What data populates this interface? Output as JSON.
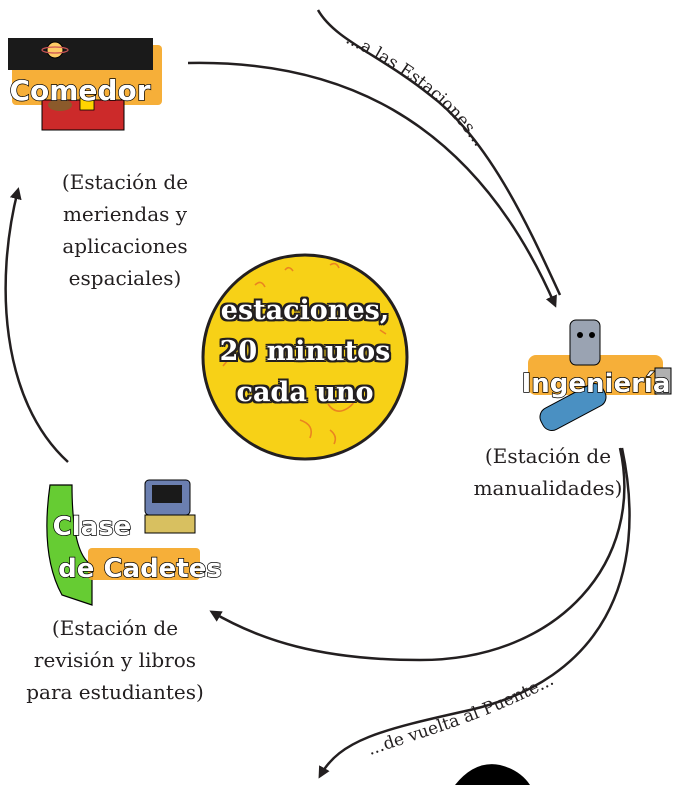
{
  "center": {
    "lines": [
      "estaciones,",
      "20 minutos",
      "cada uno"
    ],
    "color": "#f7d117"
  },
  "stations": [
    {
      "logo_text": "Comedor",
      "caption_lines": [
        "(Estación de",
        "meriendas y",
        "aplicaciones",
        "espaciales)"
      ]
    },
    {
      "logo_text": "Ingeniería",
      "caption_lines": [
        "(Estación de",
        "manualidades)"
      ]
    },
    {
      "logo_text_lines": [
        "Clase",
        "de Cadetes"
      ],
      "caption_lines": [
        "(Estación de",
        "revisión y libros",
        "para estudiantes)"
      ]
    }
  ],
  "arc_labels": {
    "to_stations": "...a las Estaciones...",
    "to_bridge": "...de vuelta al Puente..."
  },
  "colors": {
    "logo_orange": "#f5a623",
    "ink": "#231f20"
  }
}
